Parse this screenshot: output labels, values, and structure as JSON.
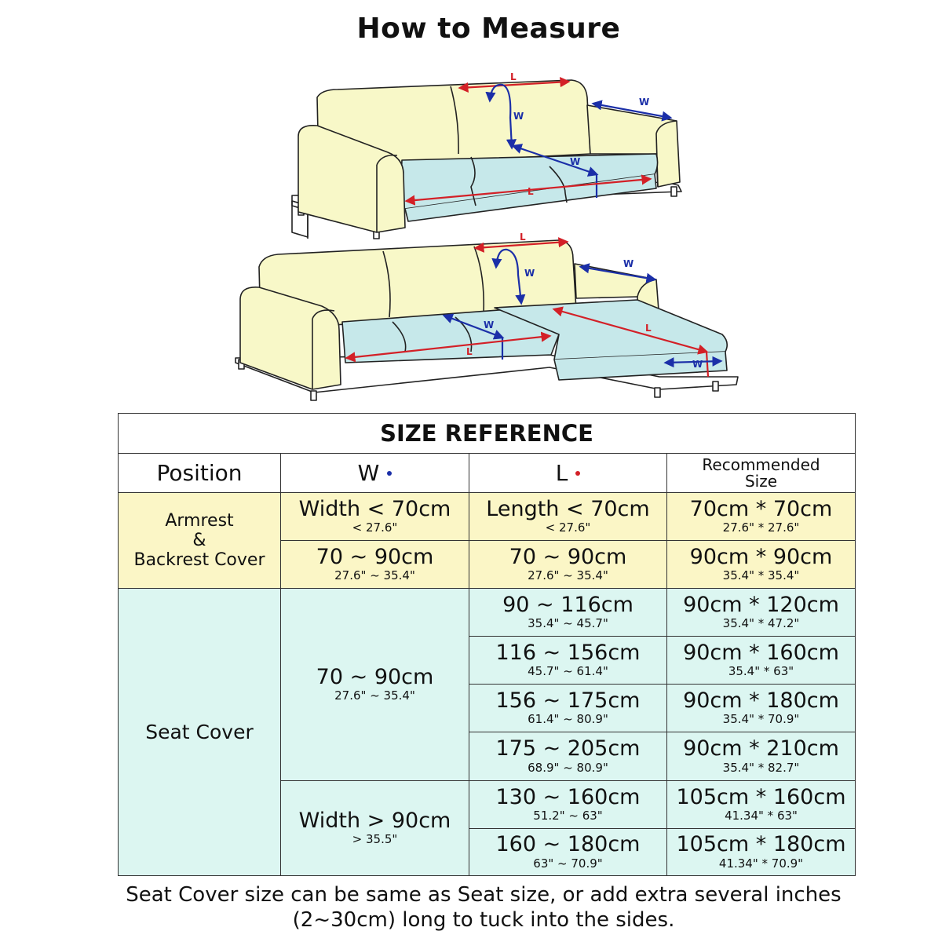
{
  "title": "How to Measure",
  "colors": {
    "w_arrow": "#1b2fa8",
    "l_arrow": "#d32027",
    "sofa_body": "#f8f8c8",
    "sofa_seat": "#c6e8ea",
    "armrest_row": "#fbf6c6",
    "seat_row": "#dcf6f1"
  },
  "diagram_labels": {
    "w": "W",
    "l": "L"
  },
  "table": {
    "caption": "SIZE REFERENCE",
    "headers": {
      "position": "Position",
      "w": "W",
      "l": "L",
      "rec_line1": "Recommended",
      "rec_line2": "Size"
    },
    "armrest": {
      "position_lines": [
        "Armrest",
        "&",
        "Backrest Cover"
      ],
      "rows": [
        {
          "w_main": "Width < 70cm",
          "w_sub": "< 27.6\"",
          "l_main": "Length < 70cm",
          "l_sub": "< 27.6\"",
          "rec_main": "70cm * 70cm",
          "rec_sub": "27.6\" * 27.6\""
        },
        {
          "w_main": "70 ~ 90cm",
          "w_sub": "27.6\" ~ 35.4\"",
          "l_main": "70 ~ 90cm",
          "l_sub": "27.6\" ~ 35.4\"",
          "rec_main": "90cm * 90cm",
          "rec_sub": "35.4\" * 35.4\""
        }
      ]
    },
    "seat": {
      "position": "Seat Cover",
      "group1_w_main": "70 ~ 90cm",
      "group1_w_sub": "27.6\" ~ 35.4\"",
      "group2_w_main": "Width > 90cm",
      "group2_w_sub": "> 35.5\"",
      "rows": [
        {
          "l_main": "90 ~ 116cm",
          "l_sub": "35.4\" ~ 45.7\"",
          "rec_main": "90cm * 120cm",
          "rec_sub": "35.4\" * 47.2\""
        },
        {
          "l_main": "116 ~ 156cm",
          "l_sub": "45.7\" ~ 61.4\"",
          "rec_main": "90cm * 160cm",
          "rec_sub": "35.4\" * 63\""
        },
        {
          "l_main": "156 ~ 175cm",
          "l_sub": "61.4\" ~ 80.9\"",
          "rec_main": "90cm * 180cm",
          "rec_sub": "35.4\" * 70.9\""
        },
        {
          "l_main": "175 ~ 205cm",
          "l_sub": "68.9\" ~ 80.9\"",
          "rec_main": "90cm * 210cm",
          "rec_sub": "35.4\" * 82.7\""
        },
        {
          "l_main": "130 ~ 160cm",
          "l_sub": "51.2\" ~ 63\"",
          "rec_main": "105cm * 160cm",
          "rec_sub": "41.34\" * 63\""
        },
        {
          "l_main": "160 ~ 180cm",
          "l_sub": "63\" ~ 70.9\"",
          "rec_main": "105cm * 180cm",
          "rec_sub": "41.34\" * 70.9\""
        }
      ]
    }
  },
  "note_line1": "Seat Cover size can be same as Seat size, or add extra several inches",
  "note_line2": "(2~30cm) long to tuck into the sides."
}
